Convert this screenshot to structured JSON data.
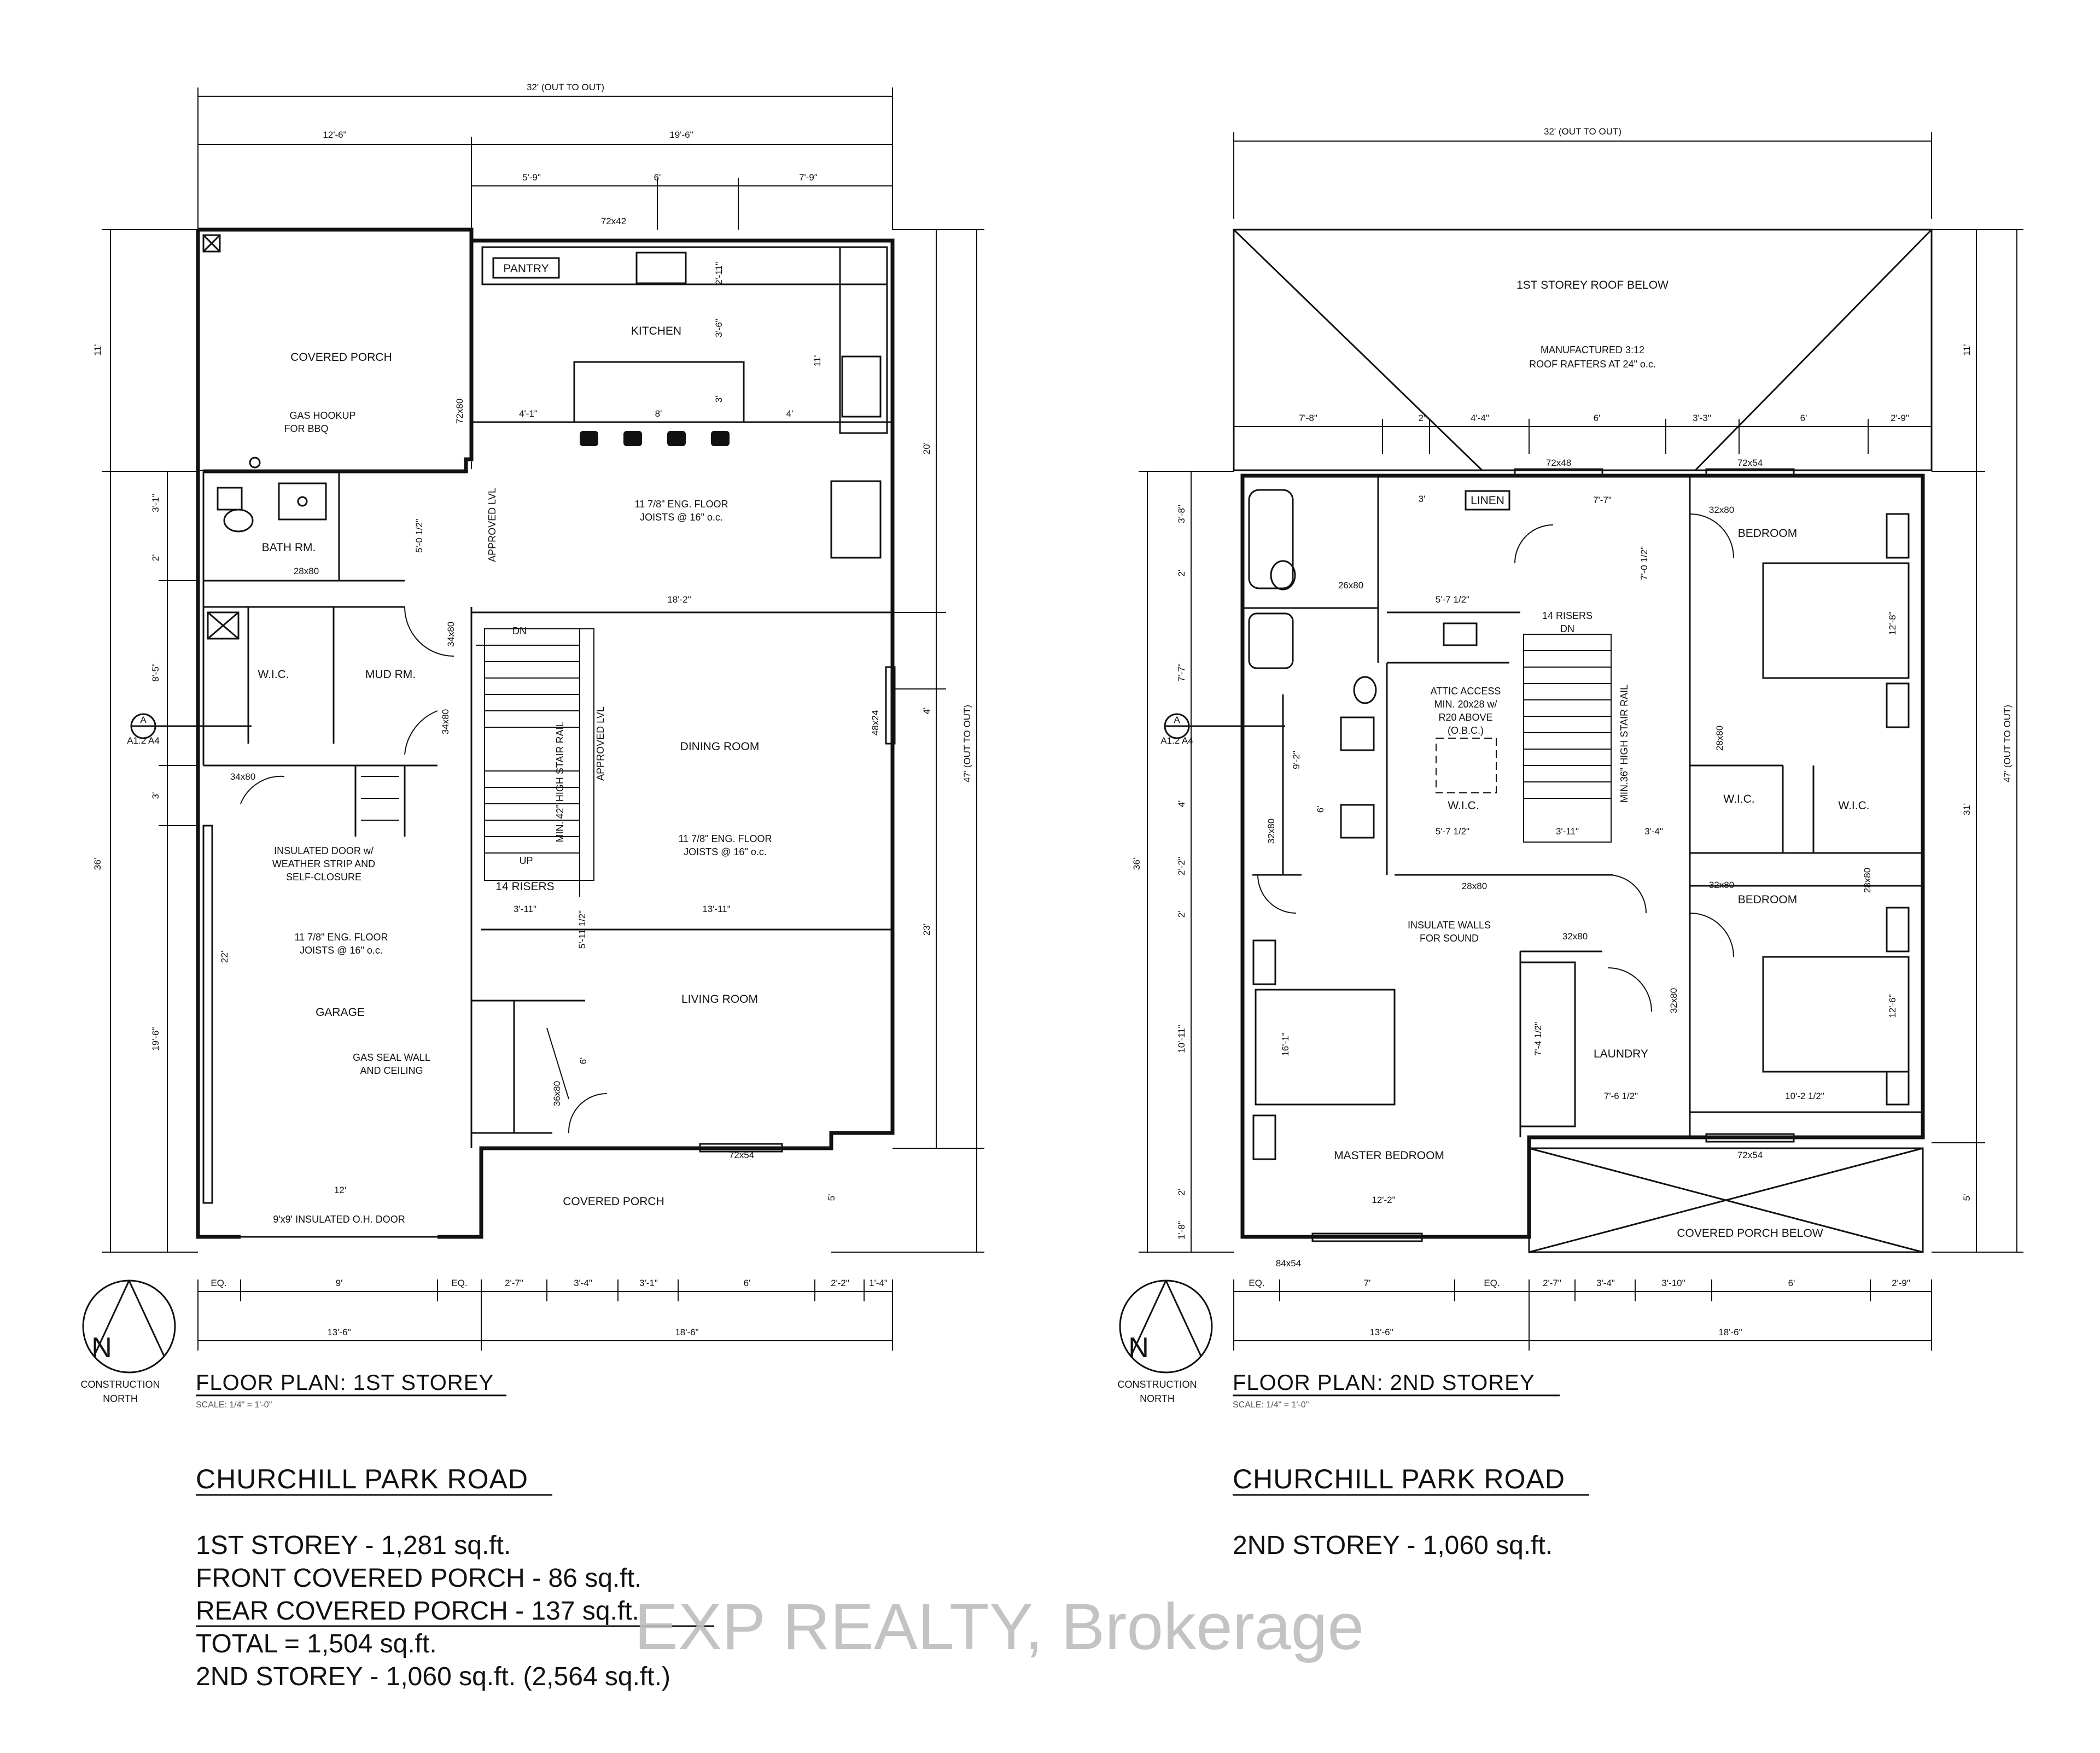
{
  "plan_1": {
    "title": "FLOOR PLAN: 1ST STOREY",
    "scale": "SCALE: 1/4\" = 1'-0\"",
    "north_label_1": "CONSTRUCTION",
    "north_label_2": "NORTH",
    "north_letter": "N",
    "road": "CHURCHILL PARK ROAD",
    "areas": [
      "1ST STOREY - 1,281 sq.ft.",
      "FRONT COVERED PORCH - 86 sq.ft.",
      "REAR COVERED PORCH - 137 sq.ft.",
      "TOTAL = 1,504 sq.ft.",
      "2ND STOREY - 1,060 sq.ft. (2,564 sq.ft.)"
    ],
    "rooms": {
      "pantry": "PANTRY",
      "kitchen": "KITCHEN",
      "covered_porch_rear": "COVERED PORCH",
      "bath": "BATH RM.",
      "wic": "W.I.C.",
      "mud": "MUD RM.",
      "dining": "DINING ROOM",
      "living": "LIVING ROOM",
      "garage": "GARAGE",
      "covered_porch_front": "COVERED PORCH"
    },
    "notes": {
      "gas_1": "GAS HOOKUP",
      "gas_2": "FOR BBQ",
      "floor_a1": "11 7/8\" ENG. FLOOR",
      "floor_a2": "JOISTS @ 16\" o.c.",
      "floor_b1": "11 7/8\" ENG. FLOOR",
      "floor_b2": "JOISTS @ 16\" o.c.",
      "floor_c1": "11 7/8\" ENG. FLOOR",
      "floor_c2": "JOISTS @ 16\" o.c.",
      "ins_1": "INSULATED DOOR w/",
      "ins_2": "WEATHER STRIP AND",
      "ins_3": "SELF-CLOSURE",
      "seal_1": "GAS SEAL WALL",
      "seal_2": "AND CEILING",
      "ohdoor": "9'x9' INSULATED O.H. DOOR",
      "risers": "14 RISERS",
      "dn": "DN",
      "up": "UP",
      "rail": "MIN. 42\" HIGH STAIR RAIL",
      "lvl_a": "APPROVED LVL",
      "lvl_b": "APPROVED LVL"
    },
    "dims": {
      "overall": "32' (OUT TO OUT)",
      "top_a": "12'-6\"",
      "top_b": "19'-6\"",
      "top_c": "5'-9\"",
      "top_d": "6'",
      "top_e": "7'-9\"",
      "win_72x42": "72x42",
      "k1": "4'-1\"",
      "k2": "8'",
      "k3": "4'",
      "k4": "11'",
      "k5": "3'-6\"",
      "k6": "2'-11\"",
      "k7": "3'",
      "d_18_2": "18'-2\"",
      "d_13_11": "13'-11\"",
      "d_3_11": "3'-11\"",
      "d_5_11": "5'-11 1/2\"",
      "d_5_0": "5'-0 1/2\"",
      "d_12": "12'",
      "d_22": "22'",
      "d_6": "6'",
      "d_28x80": "28x80",
      "d_34x80_a": "34x80",
      "d_34x80_b": "34x80",
      "d_34x80_c": "34x80",
      "d_72x80": "72x80",
      "d_48x24": "48x24",
      "d_36x80": "36x80",
      "d_72x54": "72x54",
      "d_5": "5'",
      "left_11": "11'",
      "left_3_1": "3'-1\"",
      "left_2": "2'",
      "left_8_5": "8'-5\"",
      "left_3": "3'",
      "left_36": "36'",
      "left_19_6": "19'-6\"",
      "right_20": "20'",
      "right_4": "4'",
      "right_23": "23'",
      "right_47": "47' (OUT TO OUT)",
      "b_eq1": "EQ.",
      "b_9": "9'",
      "b_eq2": "EQ.",
      "b_2_7": "2'-7\"",
      "b_3_4": "3'-4\"",
      "b_3_1": "3'-1\"",
      "b_6": "6'",
      "b_2_2": "2'-2\"",
      "b_1_4": "1'-4\"",
      "b_13_6": "13'-6\"",
      "b_18_6": "18'-6\"",
      "sect_a": "A",
      "sect_ref": "A1.2 A4"
    }
  },
  "plan_2": {
    "title": "FLOOR PLAN: 2ND STOREY",
    "scale": "SCALE: 1/4\" = 1'-0\"",
    "north_label_1": "CONSTRUCTION",
    "north_label_2": "NORTH",
    "north_letter": "N",
    "road": "CHURCHILL PARK ROAD",
    "areas": [
      "2ND STOREY - 1,060 sq.ft."
    ],
    "rooms": {
      "roof_below": "1ST STOREY ROOF BELOW",
      "linen": "LINEN",
      "bedroom_a": "BEDROOM",
      "bedroom_b": "BEDROOM",
      "wic_a": "W.I.C.",
      "wic_b": "W.I.C.",
      "wic_c": "W.I.C.",
      "master": "MASTER BEDROOM",
      "laundry": "LAUNDRY",
      "porch_below": "COVERED PORCH BELOW"
    },
    "notes": {
      "rafters_1": "MANUFACTURED 3:12",
      "rafters_2": "ROOF RAFTERS AT 24\" o.c.",
      "attic_1": "ATTIC ACCESS",
      "attic_2": "MIN. 20x28 w/",
      "attic_3": "R20 ABOVE",
      "attic_4": "(O.B.C.)",
      "risers": "14 RISERS",
      "dn": "DN",
      "rail": "MIN.36\" HIGH STAIR RAIL",
      "ins_1": "INSULATE WALLS",
      "ins_2": "FOR SOUND"
    },
    "dims": {
      "overall": "32' (OUT TO OUT)",
      "r1": "7'-8\"",
      "r2": "2'",
      "r3": "4'-4\"",
      "r4": "6'",
      "r5": "3'-3\"",
      "r6": "6'",
      "r7": "2'-9\"",
      "w_72x48": "72x48",
      "w_72x54": "72x54",
      "w_72x54_b": "72x54",
      "d_32x80_a": "32x80",
      "d_32x80_b": "32x80",
      "d_32x80_c": "32x80",
      "d_32x80_d": "32x80",
      "d_32x80_e": "32x80",
      "d_26x80": "26x80",
      "d_28x80_a": "28x80",
      "d_28x80_b": "28x80",
      "d_28x80_c": "28x80",
      "d_84x54": "84x54",
      "d_7_7": "7'-7\"",
      "d_7_0": "7'-0 1/2\"",
      "d_5_7a": "5'-7 1/2\"",
      "d_5_7b": "5'-7 1/2\"",
      "d_3_11": "3'-11\"",
      "d_3_4": "3'-4\"",
      "d_3": "3'",
      "d_9_2": "9'-2\"",
      "d_6": "6'",
      "d_12_2": "12'-2\"",
      "d_7_6": "7'-6 1/2\"",
      "d_10_2": "10'-2 1/2\"",
      "d_7_4": "7'-4 1/2\"",
      "d_12_8": "12'-8\"",
      "d_12_6": "12'-6\"",
      "d_16_1": "16'-1\"",
      "left_3_8": "3'-8\"",
      "left_2a": "2'",
      "left_7_7": "7'-7\"",
      "left_4": "4'",
      "left_2_2": "2'-2\"",
      "left_2b": "2'",
      "left_36": "36'",
      "left_10_11": "10'-11\"",
      "left_2c": "2'",
      "left_1_8": "1'-8\"",
      "right_11": "11'",
      "right_31": "31'",
      "right_5": "5'",
      "right_47": "47' (OUT TO OUT)",
      "b_eq1": "EQ.",
      "b_7": "7'",
      "b_eq2": "EQ.",
      "b_2_7": "2'-7\"",
      "b_3_4": "3'-4\"",
      "b_3_10": "3'-10\"",
      "b_6": "6'",
      "b_2_9": "2'-9\"",
      "b_13_6": "13'-6\"",
      "b_18_6": "18'-6\"",
      "sect_a": "A",
      "sect_ref": "A1.2 A4"
    }
  },
  "watermark": "EXP REALTY, Brokerage"
}
